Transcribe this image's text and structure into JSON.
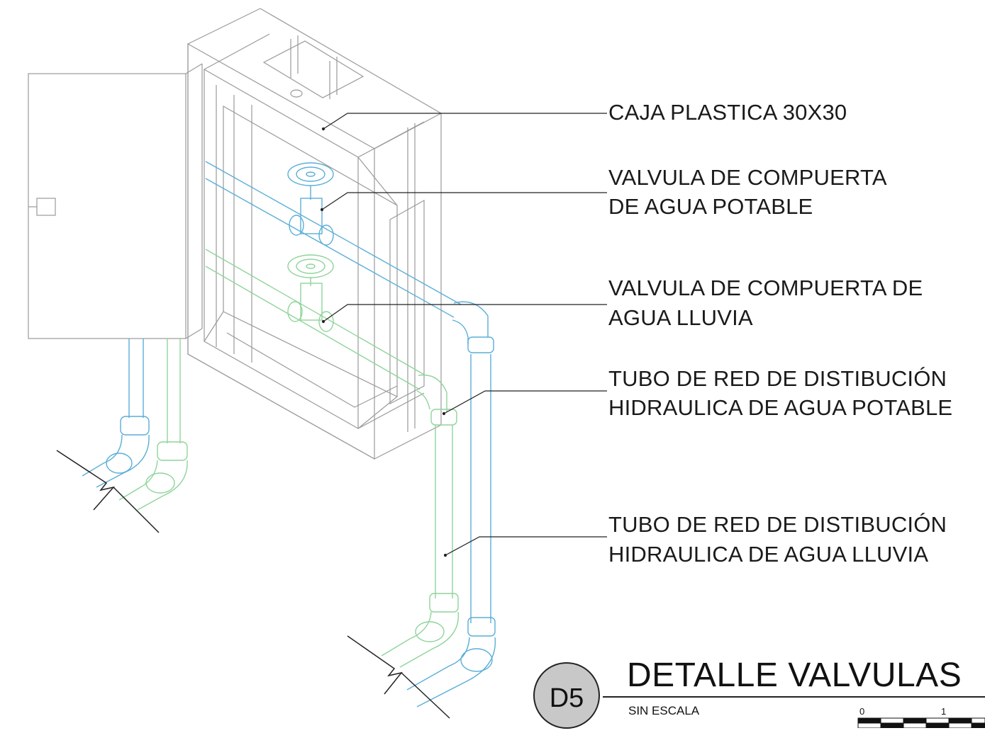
{
  "labels": {
    "caja": "CAJA PLASTICA 30X30",
    "valvula_potable_1": "VALVULA DE COMPUERTA",
    "valvula_potable_2": "DE AGUA POTABLE",
    "valvula_lluvia_1": "VALVULA DE COMPUERTA DE",
    "valvula_lluvia_2": "AGUA LLUVIA",
    "tubo_potable_1": "TUBO DE RED DE DISTIBUCIÓN",
    "tubo_potable_2": "HIDRAULICA DE AGUA POTABLE",
    "tubo_lluvia_1": "TUBO DE RED DE DISTIBUCIÓN",
    "tubo_lluvia_2": "HIDRAULICA DE AGUA LLUVIA"
  },
  "title_block": {
    "badge": "D5",
    "title": "DETALLE VALVULAS",
    "subtitle": "SIN ESCALA",
    "scale_0": "0",
    "scale_1": "1"
  },
  "colors": {
    "potable_pipe": "#5aaed8",
    "lluvia_pipe": "#8fd49a",
    "linework": "#8a8a8a",
    "leader": "#222222"
  }
}
